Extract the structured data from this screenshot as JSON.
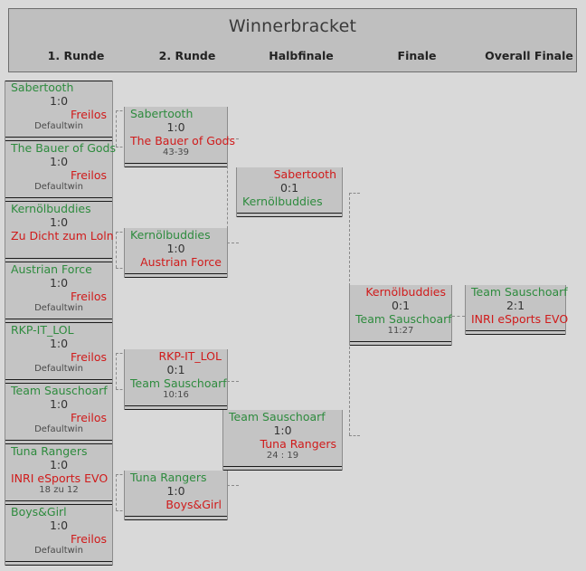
{
  "header": {
    "title": "Winnerbracket",
    "rounds": [
      {
        "label": "1. Runde"
      },
      {
        "label": "2. Runde"
      },
      {
        "label": "Halbfinale"
      },
      {
        "label": "Finale"
      },
      {
        "label": "Overall Finale"
      }
    ]
  },
  "colors": {
    "winner": "#2e8b3e",
    "loser": "#d01b1b",
    "box": "#c4c4c4",
    "page": "#d9d9d9",
    "header": "#bfbfbf"
  },
  "round1": [
    {
      "top": "Sabertooth",
      "score": "1:0",
      "bottom": "Freilos",
      "note": "Defaultwin",
      "winner": "top"
    },
    {
      "top": "The Bauer of Gods",
      "score": "1:0",
      "bottom": "Freilos",
      "note": "Defaultwin",
      "winner": "top"
    },
    {
      "top": "Kernölbuddies",
      "score": "1:0",
      "bottom": "Zu Dicht zum Loln",
      "note": "",
      "winner": "top"
    },
    {
      "top": "Austrian Force",
      "score": "1:0",
      "bottom": "Freilos",
      "note": "Defaultwin",
      "winner": "top"
    },
    {
      "top": "RKP-IT_LOL",
      "score": "1:0",
      "bottom": "Freilos",
      "note": "Defaultwin",
      "winner": "top"
    },
    {
      "top": "Team Sauschoarf",
      "score": "1:0",
      "bottom": "Freilos",
      "note": "Defaultwin",
      "winner": "top"
    },
    {
      "top": "Tuna Rangers",
      "score": "1:0",
      "bottom": "INRI eSports EVO",
      "note": "18 zu 12",
      "winner": "top"
    },
    {
      "top": "Boys&Girl",
      "score": "1:0",
      "bottom": "Freilos",
      "note": "Defaultwin",
      "winner": "top"
    }
  ],
  "round2": [
    {
      "top": "Sabertooth",
      "score": "1:0",
      "bottom": "The Bauer of Gods",
      "note": "43-39",
      "winner": "top"
    },
    {
      "top": "Kernölbuddies",
      "score": "1:0",
      "bottom": "Austrian Force",
      "note": "",
      "winner": "top"
    },
    {
      "top": "RKP-IT_LOL",
      "score": "0:1",
      "bottom": "Team Sauschoarf",
      "note": "10:16",
      "winner": "bottom"
    },
    {
      "top": "Tuna Rangers",
      "score": "1:0",
      "bottom": "Boys&Girl",
      "note": "",
      "winner": "top"
    }
  ],
  "semifinals": [
    {
      "top": "Sabertooth",
      "score": "0:1",
      "bottom": "Kernölbuddies",
      "note": "",
      "winner": "bottom"
    },
    {
      "top": "Team Sauschoarf",
      "score": "1:0",
      "bottom": "Tuna Rangers",
      "note": "24 : 19",
      "winner": "top"
    }
  ],
  "final": [
    {
      "top": "Kernölbuddies",
      "score": "0:1",
      "bottom": "Team Sauschoarf",
      "note": "11:27",
      "winner": "bottom"
    }
  ],
  "overall_final": [
    {
      "top": "Team Sauschoarf",
      "score": "2:1",
      "bottom": "INRI eSports EVO",
      "note": "",
      "winner": "top"
    }
  ]
}
